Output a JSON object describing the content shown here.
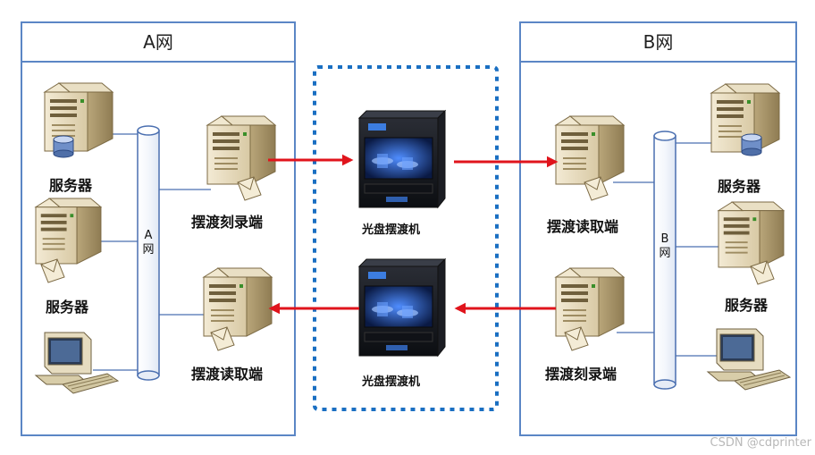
{
  "network_a": {
    "title": "A网",
    "bus_label": [
      "A",
      "网"
    ],
    "server_1_label": "服务器",
    "server_2_label": "服务器",
    "burner_label": "摆渡刻录端",
    "reader_label": "摆渡读取端"
  },
  "network_b": {
    "title": "B网",
    "bus_label": [
      "B",
      "网"
    ],
    "server_1_label": "服务器",
    "server_2_label": "服务器",
    "reader_label": "摆渡读取端",
    "burner_label": "摆渡刻录端"
  },
  "ferry": {
    "top_label": "光盘摆渡机",
    "bottom_label": "光盘摆渡机"
  },
  "watermark": "CSDN @cdprinter",
  "colors": {
    "panel_border": "#5b86c5",
    "bus": "#4a6fb0",
    "arrow": "#e0141c",
    "ferry_border": "#1a6fc2"
  }
}
